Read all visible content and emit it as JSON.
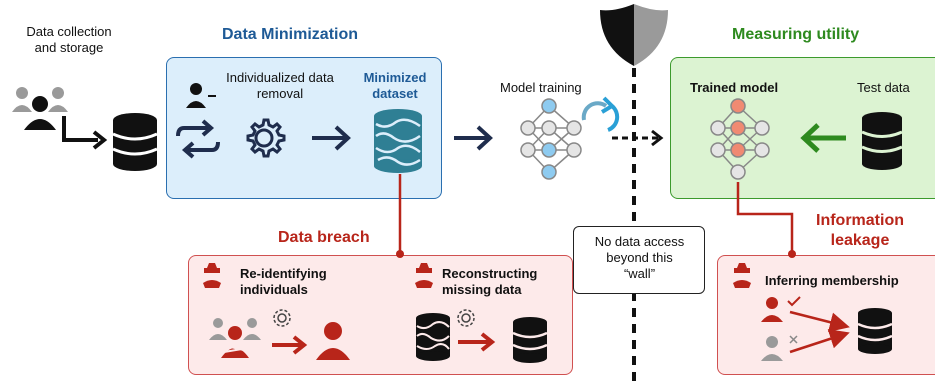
{
  "data_collection": {
    "label_line1": "Data collection",
    "label_line2": "and storage"
  },
  "minimization": {
    "title": "Data Minimization",
    "removal_line1": "Individualized data",
    "removal_line2": "removal",
    "dataset_line1": "Minimized",
    "dataset_line2": "dataset"
  },
  "training": {
    "label": "Model training"
  },
  "utility": {
    "title": "Measuring utility",
    "trained_model": "Trained model",
    "test_data": "Test data"
  },
  "breach": {
    "title": "Data breach",
    "reid_line1": "Re-identifying",
    "reid_line2": "individuals",
    "recon_line1": "Reconstructing",
    "recon_line2": "missing data"
  },
  "wall": {
    "line1": "No data access",
    "line2": "beyond this",
    "line3": "“wall”"
  },
  "leakage": {
    "title_line1": "Information",
    "title_line2": "leakage",
    "membership": "Inferring membership"
  },
  "colors": {
    "blue": "#2a6fb0",
    "green": "#3c9a2d",
    "red": "#b8251a",
    "navy": "#1f2d4d"
  },
  "icons": [
    "users-icon",
    "database-icon",
    "user-minus-icon",
    "swap-icon",
    "gear-icon",
    "arrow-right-icon",
    "shredded-database-icon",
    "neural-network-icon",
    "refresh-icon",
    "shield-icon",
    "spy-icon",
    "user-icon",
    "check-icon",
    "cross-icon"
  ]
}
